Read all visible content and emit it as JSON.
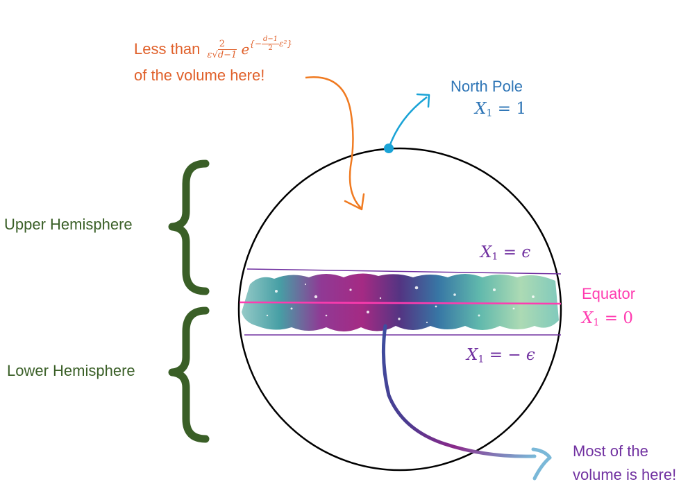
{
  "colors": {
    "orange": "#e0602a",
    "blue": "#2e75b6",
    "cyan": "#1aa3d6",
    "purple": "#7030a0",
    "magenta": "#ff3bb0",
    "green": "#3a5f27",
    "circle": "#000000"
  },
  "labels": {
    "less_than": "Less than",
    "frac_num": "2",
    "frac_den_eps": "ε",
    "frac_den_root": "√",
    "frac_den_radicand": "d−1",
    "exp_base": "e",
    "exp_open": "{−",
    "exp_frac_num": "d−1",
    "exp_frac_den": "2",
    "exp_eps2": "ε²",
    "exp_close": "}",
    "volume_here": "of the volume here!",
    "north_pole": "North Pole",
    "north_pole_var": "X",
    "north_pole_sub": "1",
    "north_pole_eq": " = 1",
    "eps_top_var": "X",
    "eps_top_sub": "1",
    "eps_top_eq": " =  ϵ",
    "equator": "Equator",
    "equator_var": "X",
    "equator_sub": "1",
    "equator_eq": " = 0",
    "eps_bot_var": "X",
    "eps_bot_sub": "1",
    "eps_bot_eq": " = − ϵ",
    "upper_hemisphere": "Upper Hemisphere",
    "lower_hemisphere": "Lower Hemisphere",
    "most_volume_line1": "Most of the",
    "most_volume_line2": "volume is here!"
  }
}
